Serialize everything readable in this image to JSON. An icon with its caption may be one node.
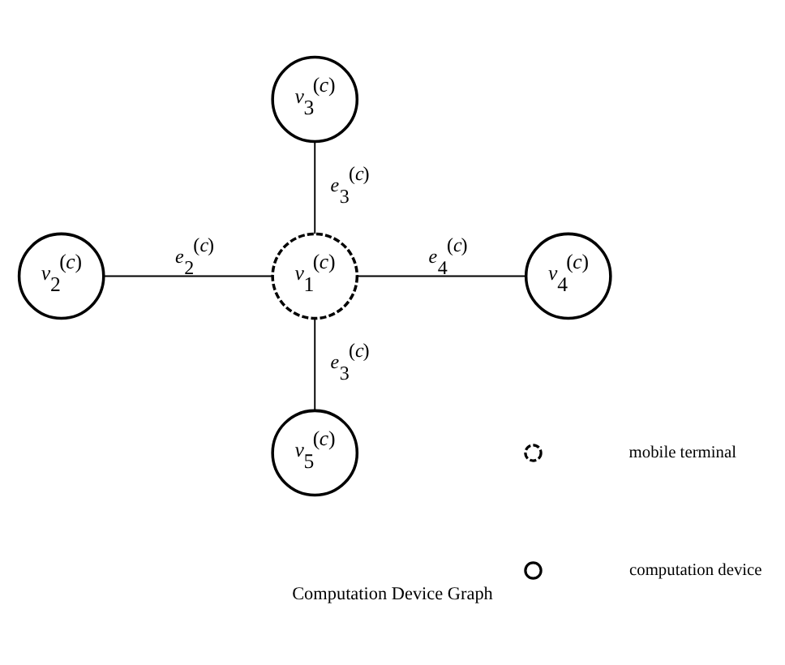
{
  "diagram": {
    "caption": "Computation Device Graph",
    "nodes": [
      {
        "text": [
          "v$_{3}$$^{(c)}$"
        ]
      },
      {
        "text": [
          "v$_{2}$$^{(c)}$"
        ]
      },
      {
        "text": [
          "v$_{1}$$^{(c)}$"
        ]
      },
      {
        "text": [
          "v$_{4}$$^{(c)}$"
        ]
      },
      {
        "text": [
          "v$_{5}$$^{(c)}$"
        ]
      }
    ],
    "edges": [
      {
        "from": 0,
        "to": 2,
        "arrow": "none",
        "label": "e$_{3}$$^{(c)}$"
      },
      {
        "from": 1,
        "to": 2,
        "arrow": "none",
        "label": "e$_{2}$$^{(c)}$"
      },
      {
        "from": 2,
        "to": 3,
        "arrow": "none",
        "label": "e$_{4}$$^{(c)}$"
      },
      {
        "from": 2,
        "to": 4,
        "arrow": "none",
        "label": "e$_{3}$$^{(c)}$"
      }
    ],
    "legend": [
      {
        "text": "mobile terminal"
      },
      {
        "text": "computation device"
      }
    ]
  }
}
